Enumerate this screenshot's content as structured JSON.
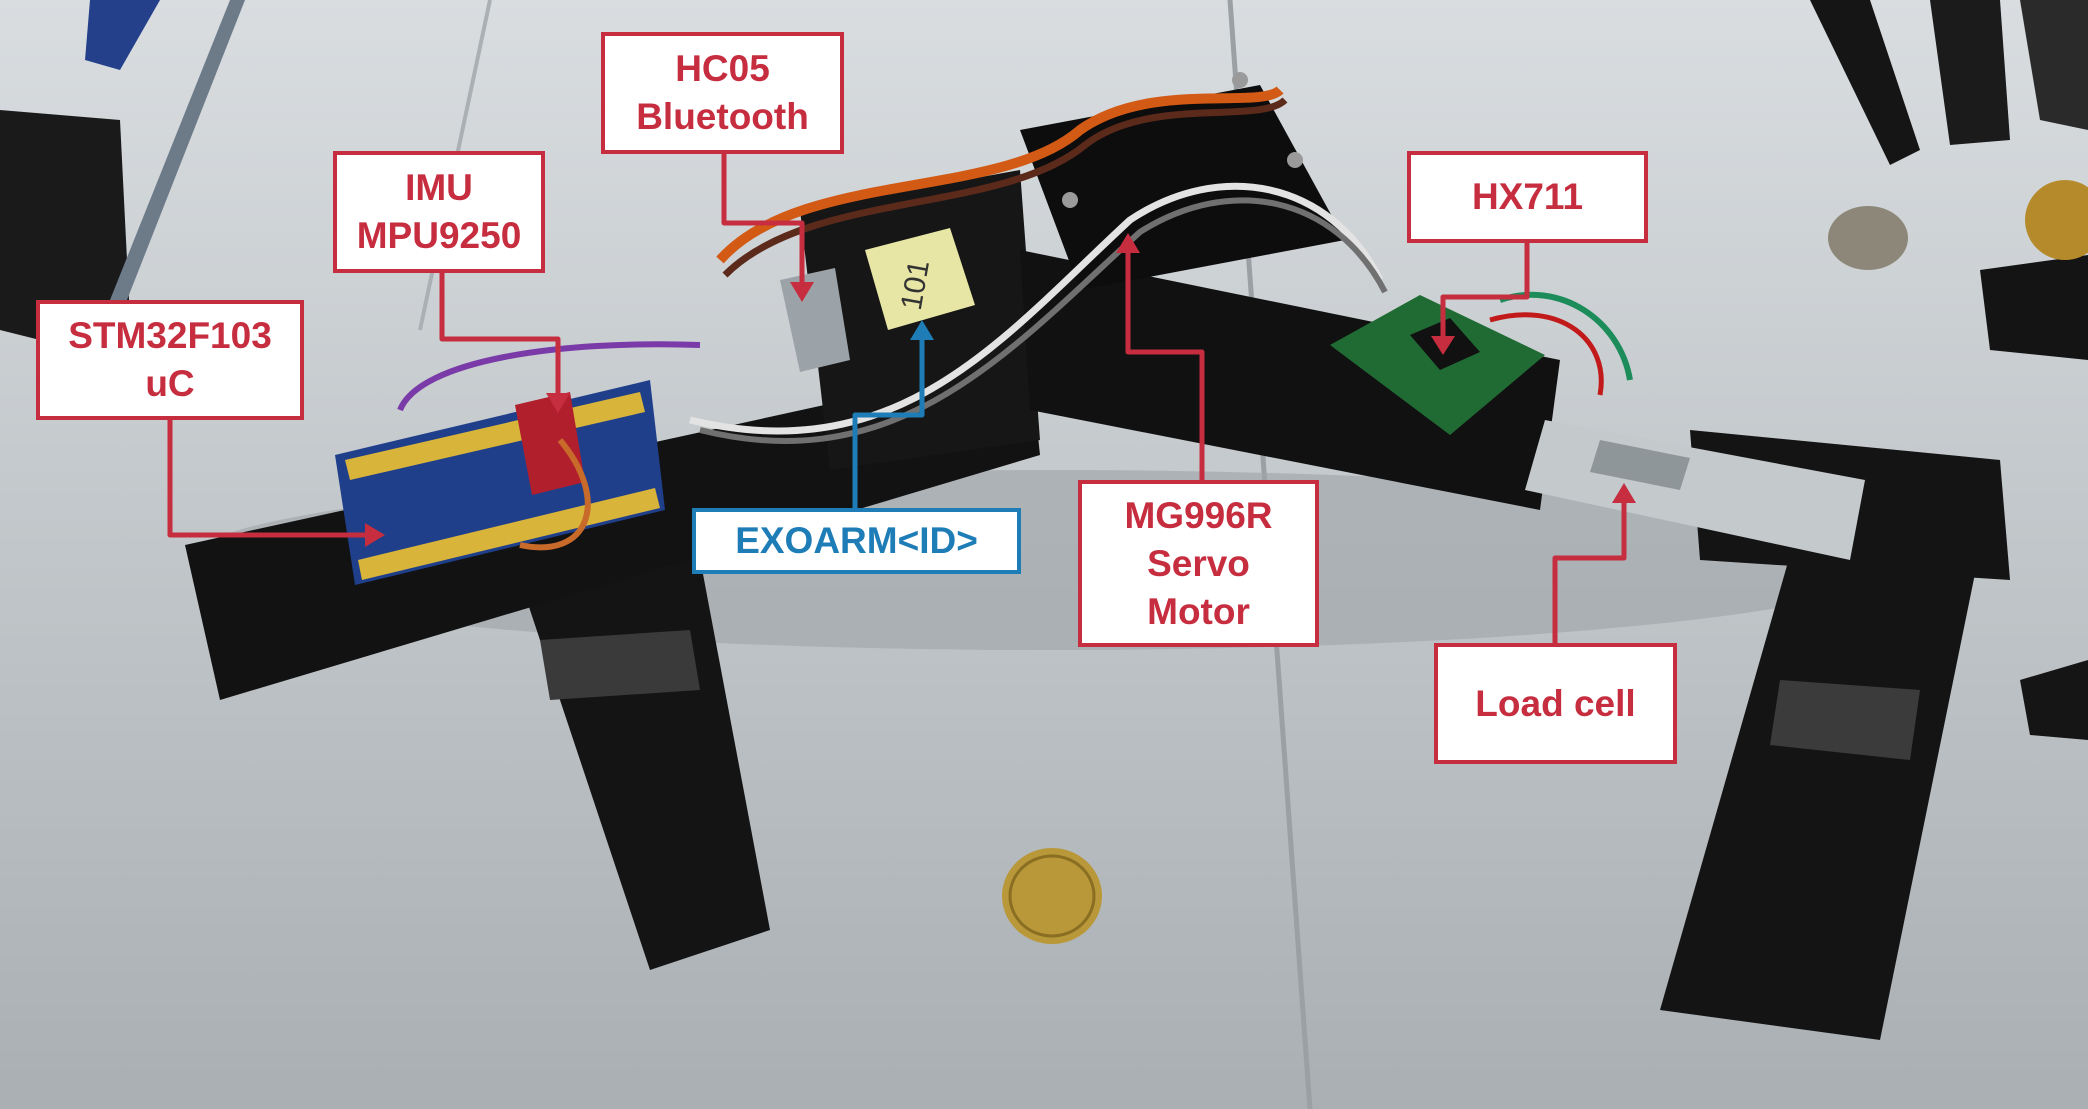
{
  "scene": {
    "background_color": "#c9cfd3",
    "device_color": "#121212",
    "accent_color": "#c62d3f",
    "highlight_color": "#1e7db6"
  },
  "labels": {
    "hc05": {
      "line1": "HC05",
      "line2": "Bluetooth"
    },
    "imu": {
      "line1": "IMU",
      "line2": "MPU9250"
    },
    "stm32": {
      "line1": "STM32F103",
      "line2": "uC"
    },
    "exoarm": {
      "line1": "EXOARM<ID>"
    },
    "hx711": {
      "line1": "HX711"
    },
    "servo": {
      "line1": "MG996R",
      "line2": "Servo",
      "line3": "Motor"
    },
    "loadcell": {
      "line1": "Load cell"
    }
  },
  "sticker_text": "101"
}
